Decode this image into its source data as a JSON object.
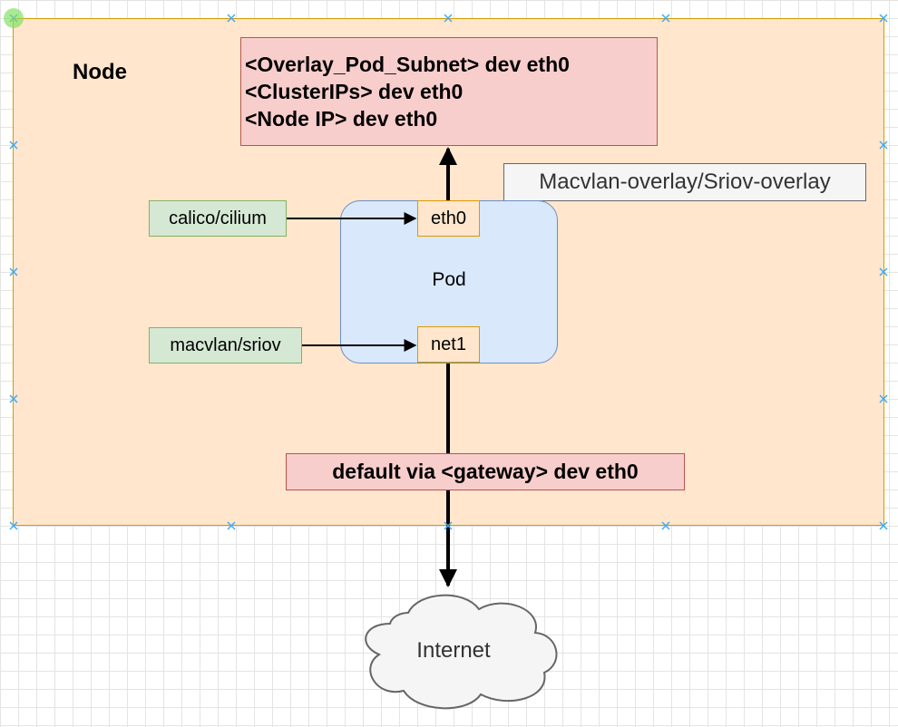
{
  "node": {
    "label": "Node"
  },
  "routes_top": [
    "<Overlay_Pod_Subnet> dev eth0",
    "<ClusterIPs> dev eth0",
    "<Node IP> dev eth0"
  ],
  "route_default": "default via <gateway> dev eth0",
  "overlay_label": "Macvlan-overlay/Sriov-overlay",
  "pod": {
    "label": "Pod",
    "eth0": "eth0",
    "net1": "net1"
  },
  "cni": {
    "primary": "calico/cilium",
    "secondary": "macvlan/sriov"
  },
  "internet": {
    "label": "Internet"
  },
  "colors": {
    "node_fill": "#ffe6cc",
    "node_stroke": "#d79b00",
    "route_fill": "#f8cecc",
    "route_stroke": "#b85450",
    "pod_fill": "#dae8fc",
    "pod_stroke": "#6c8ebf",
    "cni_fill": "#d5e8d4",
    "cni_stroke": "#82b366",
    "selection_handle": "#3fa9f5"
  }
}
